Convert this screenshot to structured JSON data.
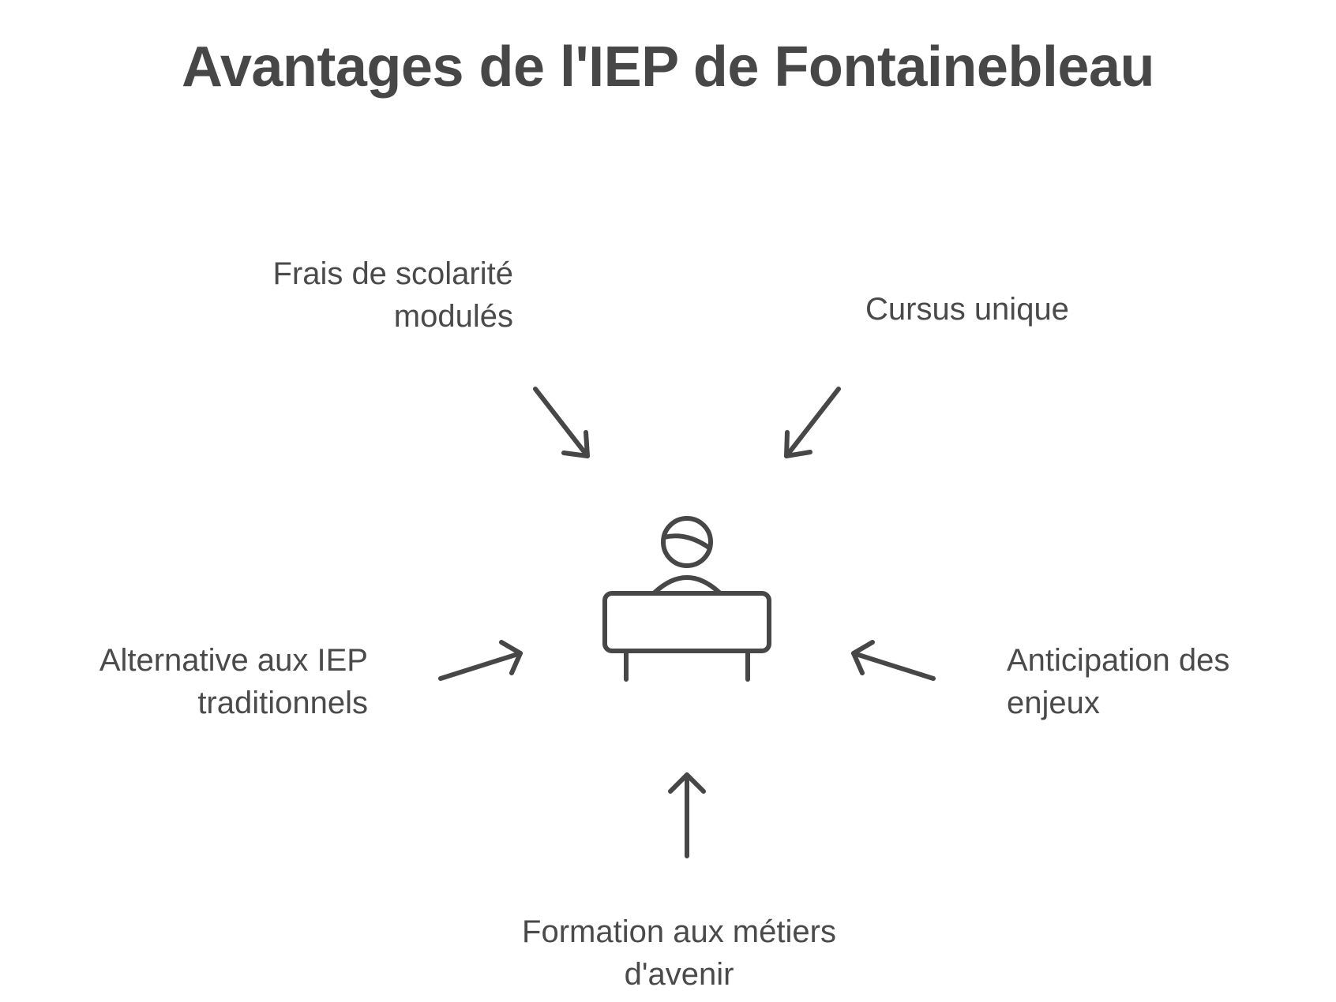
{
  "title": "Avantages de l'IEP de Fontainebleau",
  "center_icon": "student-at-desk-icon",
  "stroke_color": "#474747",
  "labels": {
    "frais": {
      "line1": "Frais de scolarité",
      "line2": "modulés"
    },
    "cursus": {
      "line1": "Cursus unique"
    },
    "alternative": {
      "line1": "Alternative aux IEP",
      "line2": "traditionnels"
    },
    "anticipation": {
      "line1": "Anticipation des",
      "line2": "enjeux"
    },
    "formation": {
      "line1": "Formation aux métiers",
      "line2": "d'avenir"
    }
  }
}
